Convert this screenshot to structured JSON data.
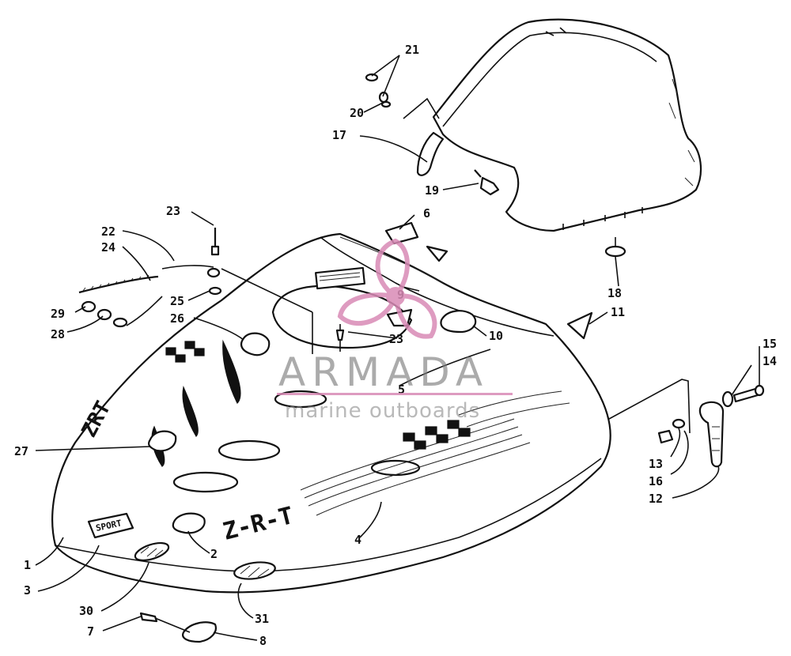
{
  "callouts": [
    {
      "id": "c1",
      "text": "1"
    },
    {
      "id": "c2",
      "text": "2"
    },
    {
      "id": "c3",
      "text": "3"
    },
    {
      "id": "c4",
      "text": "4"
    },
    {
      "id": "c5",
      "text": "5"
    },
    {
      "id": "c6",
      "text": "6"
    },
    {
      "id": "c7",
      "text": "7"
    },
    {
      "id": "c8",
      "text": "8"
    },
    {
      "id": "c9",
      "text": "9"
    },
    {
      "id": "c10",
      "text": "10"
    },
    {
      "id": "c11",
      "text": "11"
    },
    {
      "id": "c12",
      "text": "12"
    },
    {
      "id": "c13",
      "text": "13"
    },
    {
      "id": "c14",
      "text": "14"
    },
    {
      "id": "c15",
      "text": "15"
    },
    {
      "id": "c16",
      "text": "16"
    },
    {
      "id": "c17",
      "text": "17"
    },
    {
      "id": "c18",
      "text": "18"
    },
    {
      "id": "c19",
      "text": "19"
    },
    {
      "id": "c20",
      "text": "20"
    },
    {
      "id": "c21",
      "text": "21"
    },
    {
      "id": "c22",
      "text": "22"
    },
    {
      "id": "c23a",
      "text": "23"
    },
    {
      "id": "c23b",
      "text": "23"
    },
    {
      "id": "c24",
      "text": "24"
    },
    {
      "id": "c25",
      "text": "25"
    },
    {
      "id": "c26",
      "text": "26"
    },
    {
      "id": "c27",
      "text": "27"
    },
    {
      "id": "c28",
      "text": "28"
    },
    {
      "id": "c29",
      "text": "29"
    },
    {
      "id": "c30",
      "text": "30"
    },
    {
      "id": "c31",
      "text": "31"
    }
  ],
  "decals": {
    "hood_model": "Z-R-T",
    "side_model": "ZRT",
    "badge": "SPORT"
  },
  "watermark": {
    "brand": "ARMADA",
    "tagline": "marine outboards"
  },
  "colors": {
    "line": "#111111",
    "watermark_accent": "#d98ab6",
    "watermark_text": "#7d7d7d"
  }
}
